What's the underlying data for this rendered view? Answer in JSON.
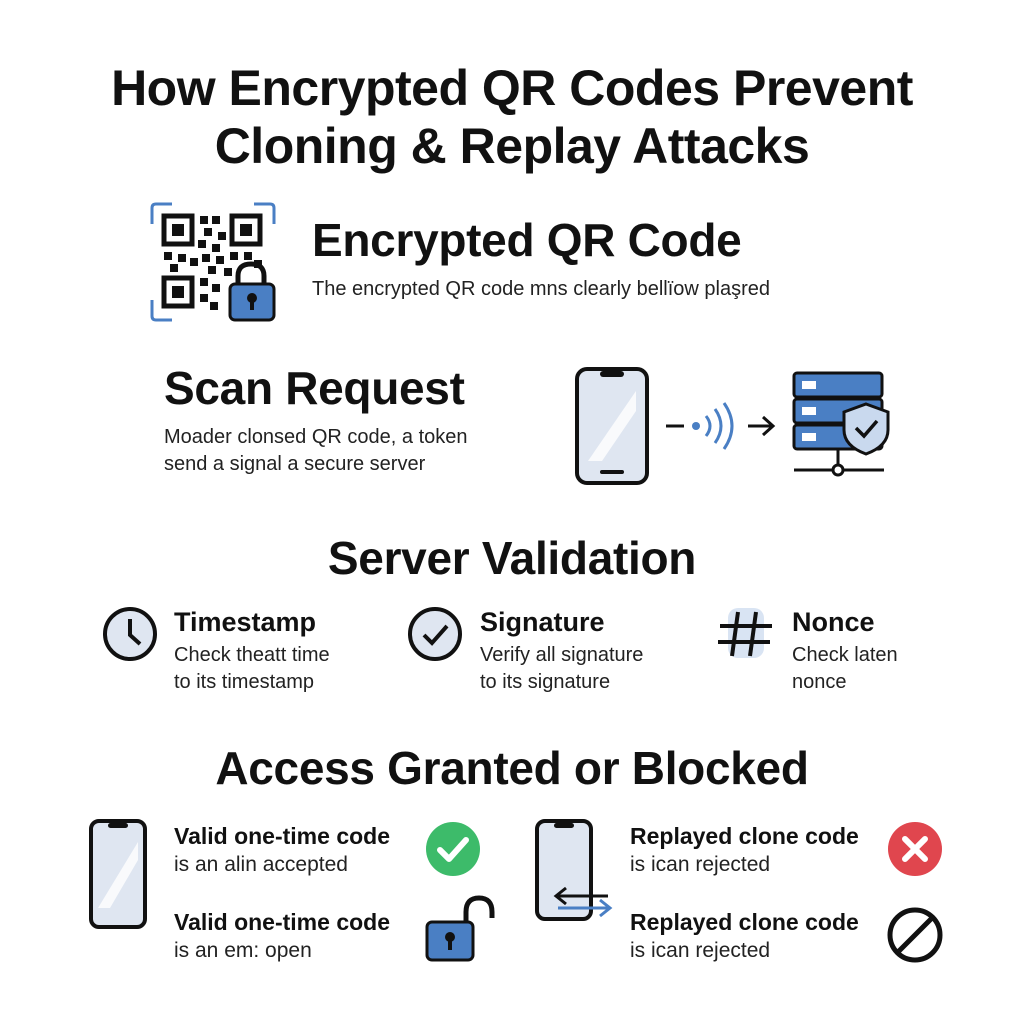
{
  "title": {
    "line1": "How Encrypted QR Codes Prevent",
    "line2": "Cloning  & Replay Attacks"
  },
  "encrypted_qr": {
    "heading": "Encrypted QR Code",
    "description": "The encrypted QR code mns clearly bellïow plaşred",
    "icon": "qr-lock-icon"
  },
  "scan_request": {
    "heading": "Scan Request",
    "line1": "Moader clonsed QR code, a token",
    "line2": "send  a signal a secure server",
    "icons": [
      "phone-icon",
      "signal-icon",
      "arrow-right-icon",
      "secure-server-icon"
    ]
  },
  "server_validation": {
    "heading": "Server Validation",
    "checks": [
      {
        "title": "Timestamp",
        "line1": "Check theatt time",
        "line2": "to its timestamp",
        "icon": "clock-icon"
      },
      {
        "title": "Signature",
        "line1": "Verify all signature",
        "line2": "to its signature",
        "icon": "checkmark-circle-icon"
      },
      {
        "title": "Nonce",
        "line1": "Check laten",
        "line2": "nonce",
        "icon": "hash-icon"
      }
    ]
  },
  "access": {
    "heading": "Access Granted or Blocked",
    "granted": [
      {
        "title": "Valid one-time code",
        "line": "is an alin accepted",
        "icon": "green-check-icon"
      },
      {
        "title": "Valid one-time code",
        "line": "is an em: open",
        "icon": "unlocked-padlock-icon"
      }
    ],
    "blocked": [
      {
        "title": "Replayed clone code",
        "line": "is ican rejected",
        "icon": "red-x-icon"
      },
      {
        "title": "Replayed clone code",
        "line": "is ican rejected",
        "icon": "blocked-icon"
      }
    ]
  },
  "colors": {
    "accent_blue": "#4a7fc4",
    "light_blue": "#c9d9ee",
    "phone_screen": "#dfe6f1",
    "success_green": "#3dbb6a",
    "error_red": "#e0464e",
    "ink": "#111111"
  }
}
